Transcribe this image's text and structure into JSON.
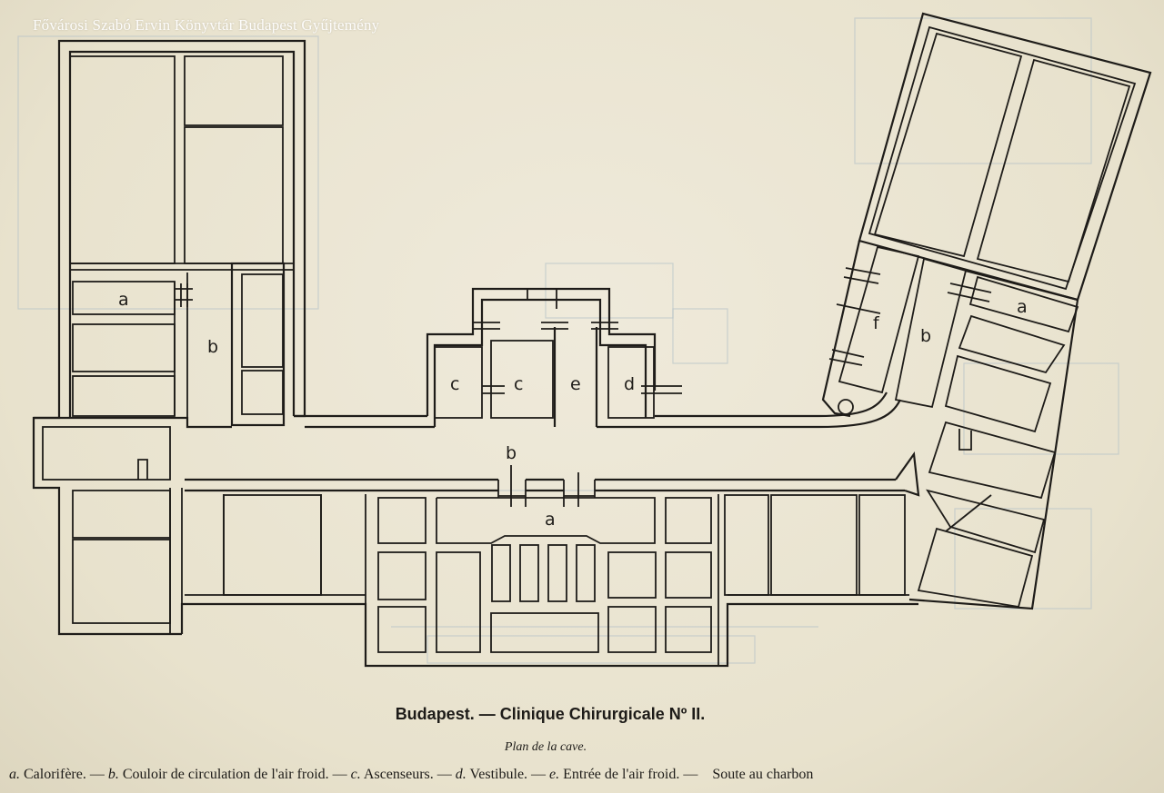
{
  "watermark": "Fővárosi Szabó Ervin Könyvtár Budapest Gyűjtemény",
  "caption": {
    "title": "Budapest. — Clinique Chirurgicale Nº II.",
    "subtitle": "Plan de la cave."
  },
  "legend": [
    {
      "key": "a.",
      "text": "Calorifère. —"
    },
    {
      "key": "b.",
      "text": "Couloir de circulation de l'air froid. —"
    },
    {
      "key": "c.",
      "text": "Ascenseurs. —"
    },
    {
      "key": "d.",
      "text": "Vestibule. —"
    },
    {
      "key": "e.",
      "text": "Entrée de l'air froid. —"
    },
    {
      "key": "",
      "text": "Soute au charbon"
    }
  ],
  "room_labels": {
    "a_left": "a",
    "b_left": "b",
    "c1": "c",
    "c2": "c",
    "e": "e",
    "d": "d",
    "b_center": "b",
    "a_center": "a",
    "f": "f",
    "b_right": "b",
    "a_right": "a"
  },
  "colors": {
    "paper": "#ebe6d3",
    "ink": "#1e1c19",
    "bleed_through": "#b9c4c9"
  }
}
